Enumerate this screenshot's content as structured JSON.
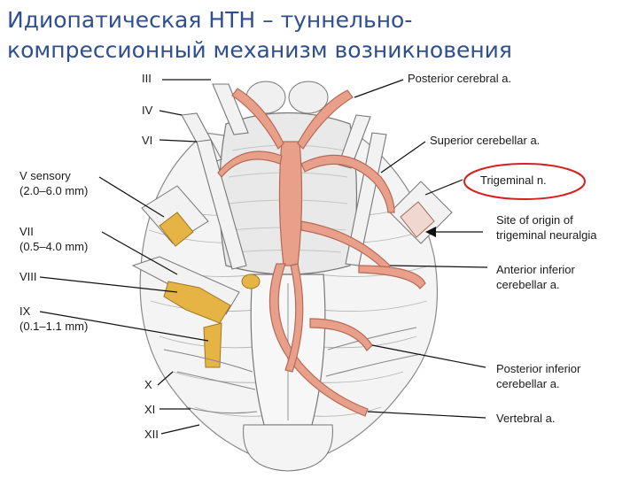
{
  "slide": {
    "title_line1": "Идиопатическая НТН – туннельно-",
    "title_line2": "компрессионный механизм возникновения"
  },
  "colors": {
    "title": "#2f4f90",
    "artery": "#e8a08a",
    "artery_outline": "#b56a55",
    "nerve_yellow": "#e6b445",
    "annotation_ellipse": "#d62020",
    "arrow": "#111111"
  },
  "labels_left": {
    "cn3": "III",
    "cn4": "IV",
    "cn6": "VI",
    "v_sensory_name": "V sensory",
    "v_sensory_size": "(2.0–6.0 mm)",
    "cn7_name": "VII",
    "cn7_size": "(0.5–4.0 mm)",
    "cn8": "VIII",
    "cn9_name": "IX",
    "cn9_size": "(0.1–1.1 mm)",
    "cn10": "X",
    "cn11": "XI",
    "cn12": "XII"
  },
  "labels_right": {
    "posterior_cerebral": "Posterior cerebral a.",
    "superior_cerebellar": "Superior cerebellar a.",
    "trigeminal": "Trigeminal n.",
    "site_line1": "Site of origin of",
    "site_line2": "trigeminal neuralgia",
    "aica_line1": "Anterior inferior",
    "aica_line2": "cerebellar a.",
    "pica_line1": "Posterior inferior",
    "pica_line2": "cerebellar a.",
    "vertebral": "Vertebral a."
  }
}
